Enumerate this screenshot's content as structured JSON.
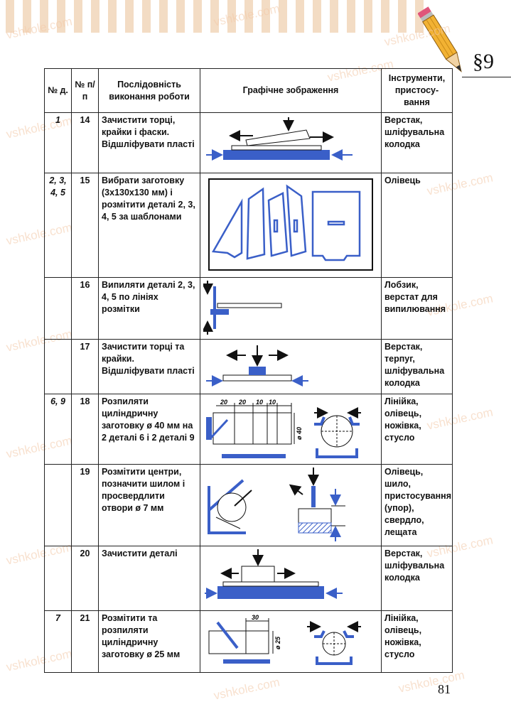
{
  "header": {
    "section": "§9"
  },
  "page_number": "81",
  "watermark": "vshkole.com",
  "table": {
    "headers": {
      "detail_no": "№ д.",
      "step_no": "№ п/п",
      "sequence": "Послідовність виконання роботи",
      "graphic": "Графічне зображення",
      "tools": "Інструменти, пристосу-вання"
    },
    "rows": [
      {
        "detail": "1",
        "step": "14",
        "work": "Зачистити торці, крайки і фаски. Відшліфувати пласті",
        "tools": "Верстак, шліфувальна колодка"
      },
      {
        "detail": "2, 3, 4, 5",
        "step": "15",
        "work": "Вибрати заготовку (3х130х130 мм) і розмітити деталі 2, 3, 4, 5 за шаблонами",
        "tools": "Олівець"
      },
      {
        "detail": "",
        "step": "16",
        "work": "Випиляти деталі 2, 3, 4, 5 по лініях розмітки",
        "tools": "Лобзик, верстат для випилювання"
      },
      {
        "detail": "",
        "step": "17",
        "work": "Зачистити торці та крайки. Відшліфувати пласті",
        "tools": "Верстак, терпуг, шліфувальна колодка"
      },
      {
        "detail": "6, 9",
        "step": "18",
        "work": "Розпиляти циліндричну заготовку ø 40 мм на 2 деталі 6 і 2 деталі 9",
        "tools": "Лінійка, олівець, ножівка, стусло"
      },
      {
        "detail": "",
        "step": "19",
        "work": "Розмітити центри, позначити шилом і просвердлити отвори ø 7 мм",
        "tools": "Олівець, шило, пристосування (упор), свердло, лещата"
      },
      {
        "detail": "",
        "step": "20",
        "work": "Зачистити деталі",
        "tools": "Верстак, шліфувальна колодка"
      },
      {
        "detail": "7",
        "step": "21",
        "work": "Розмітити та розпиляти циліндричну заготовку ø 25 мм",
        "tools": "Лінійка, олівець, ножівка, стусло"
      }
    ]
  },
  "drawings": {
    "row18_dims": [
      "20",
      "20",
      "10",
      "10"
    ],
    "row18_diameter": "ø 40",
    "row21_dim": "30",
    "row21_diameter": "ø 25"
  },
  "colors": {
    "accent": "#3a5fc8",
    "stripes": "#f3dcc4"
  }
}
